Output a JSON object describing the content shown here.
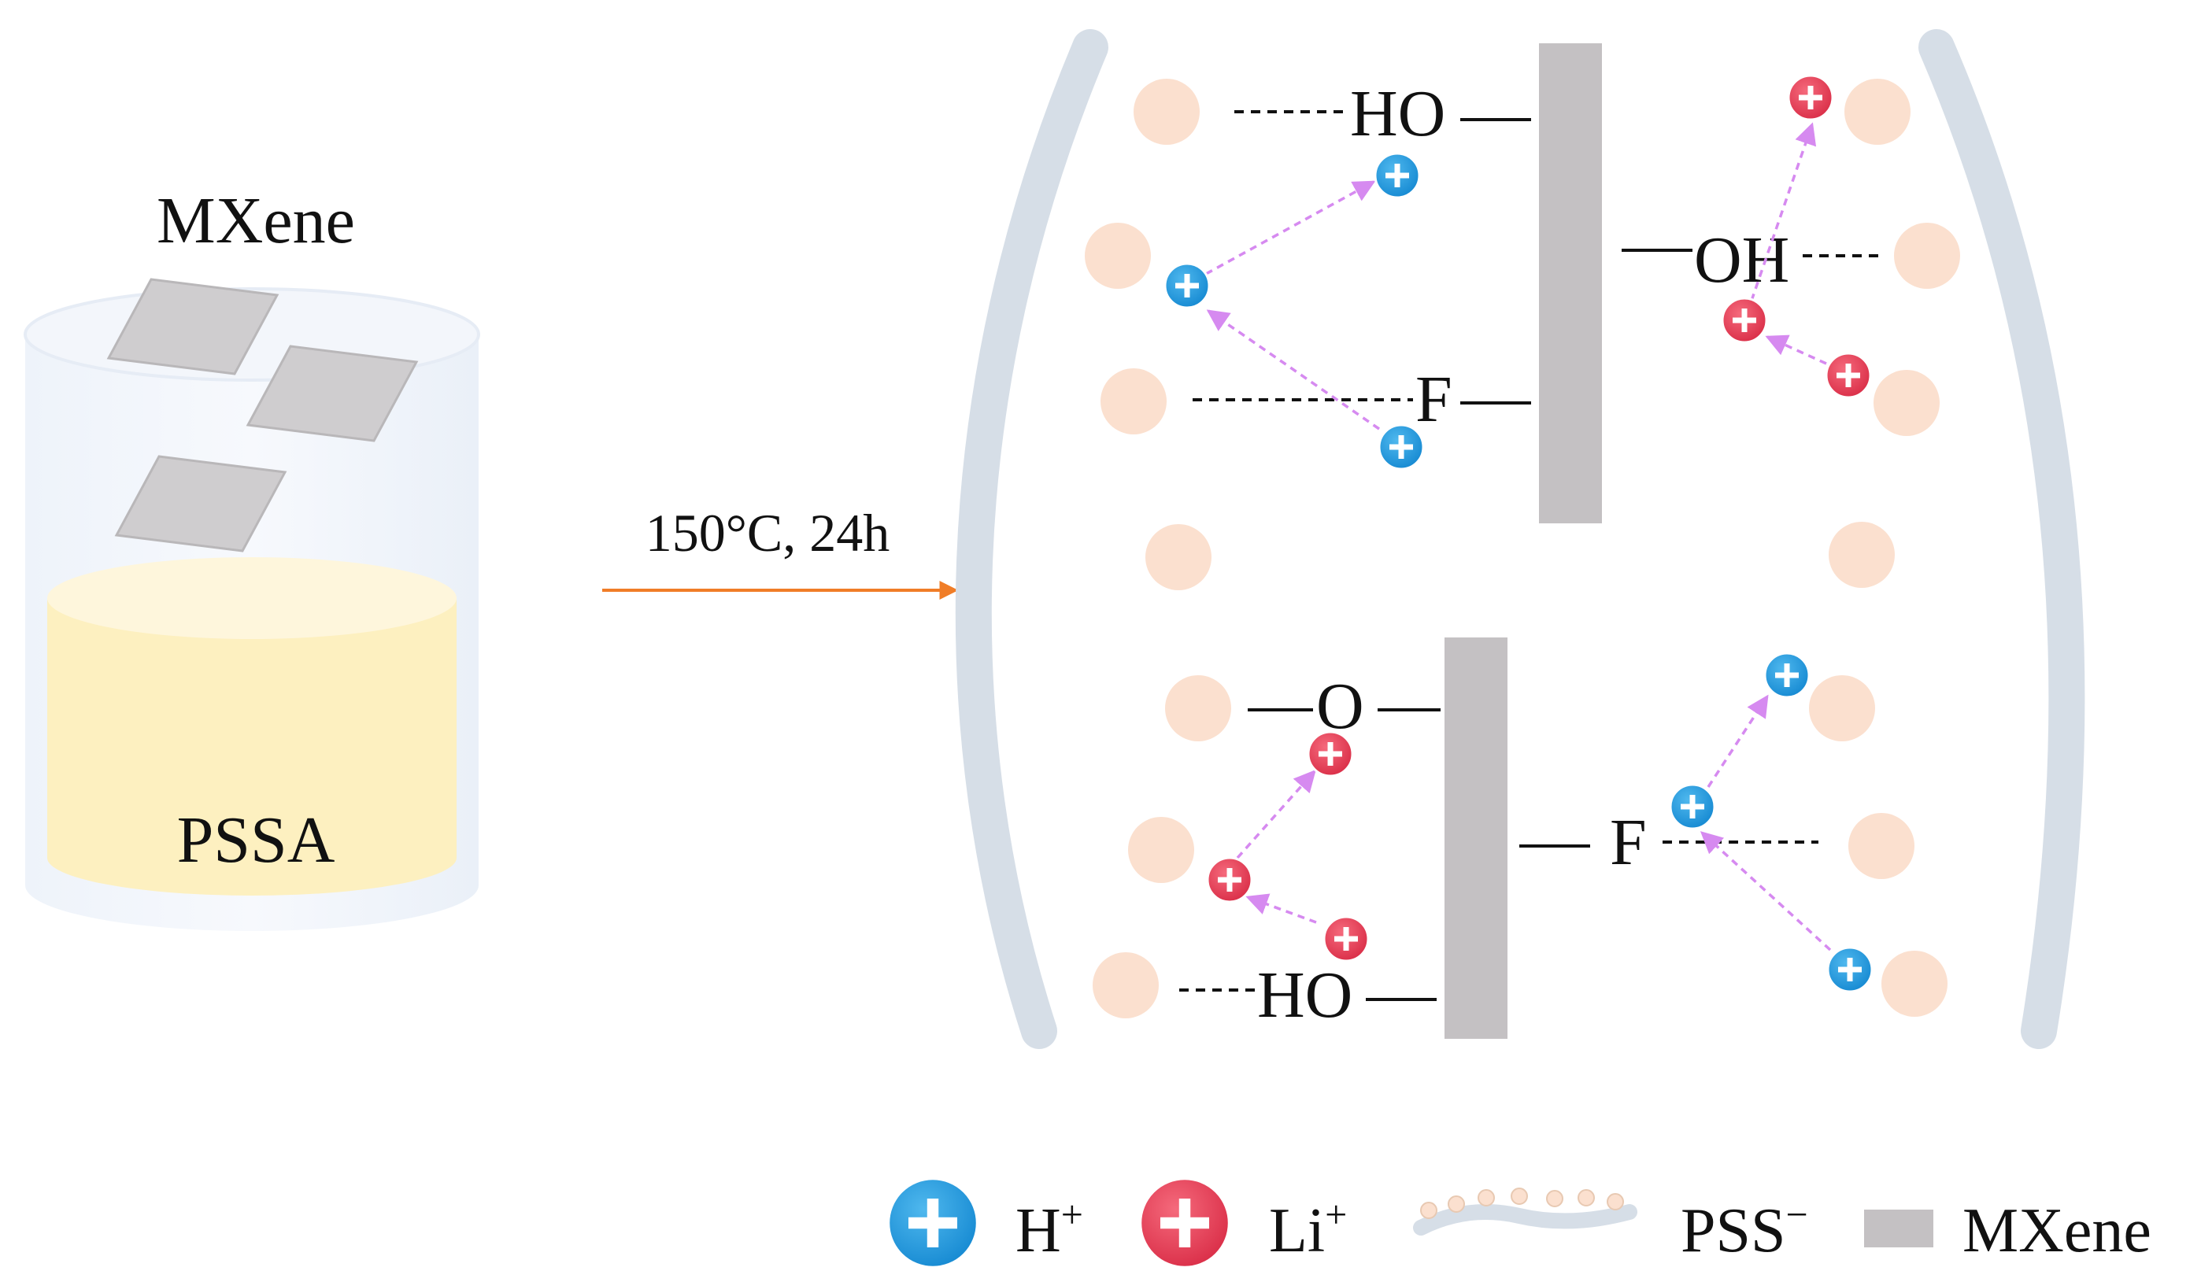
{
  "beaker": {
    "top_label": "MXene",
    "solution_label": "PSSA"
  },
  "reaction": {
    "condition": "150°C, 24h"
  },
  "groups": {
    "upper_left_ho": "HO",
    "upper_left_f": "F",
    "upper_right_oh": "OH",
    "lower_left_o": "O",
    "lower_left_ho": "HO",
    "lower_right_f": "F"
  },
  "legend": {
    "proton_base": "H",
    "proton_sup": "+",
    "lithium_base": "Li",
    "lithium_sup": "+",
    "pss_base": "PSS",
    "pss_sup": "−",
    "mxene_label": "MXene"
  },
  "colors": {
    "proton": "#1f9be0",
    "lithium": "#e8425a",
    "arrow": "#f07d27",
    "ion_path": "#d68af0",
    "mxene": "#c4c1c3",
    "pss_chain": "#d6dee7",
    "pss_bead": "#fbe0cf",
    "solution": "#fdf0c0"
  }
}
